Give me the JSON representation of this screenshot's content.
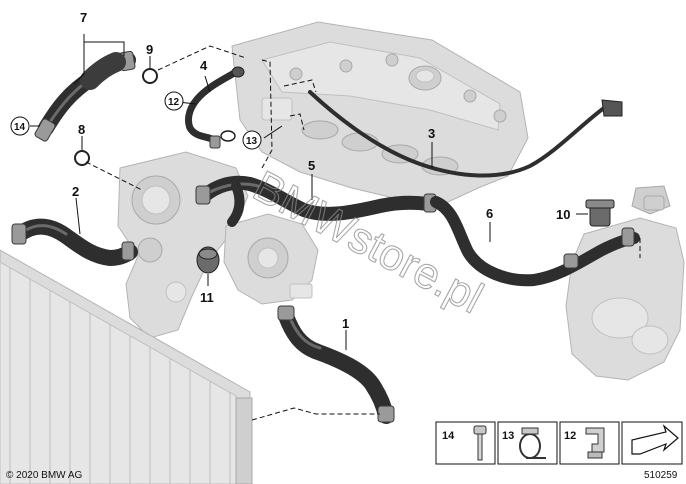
{
  "callouts": {
    "c1": "1",
    "c2": "2",
    "c3": "3",
    "c4": "4",
    "c5": "5",
    "c6": "6",
    "c7": "7",
    "c8": "8",
    "c9": "9",
    "c10": "10",
    "c11": "11",
    "c12": "12",
    "c13": "13",
    "c14": "14"
  },
  "legend": {
    "item14": "14",
    "item13": "13",
    "item12": "12"
  },
  "watermark": "BMWstore.pl",
  "copyright": "© 2020 BMW AG",
  "doc_number": "510259"
}
